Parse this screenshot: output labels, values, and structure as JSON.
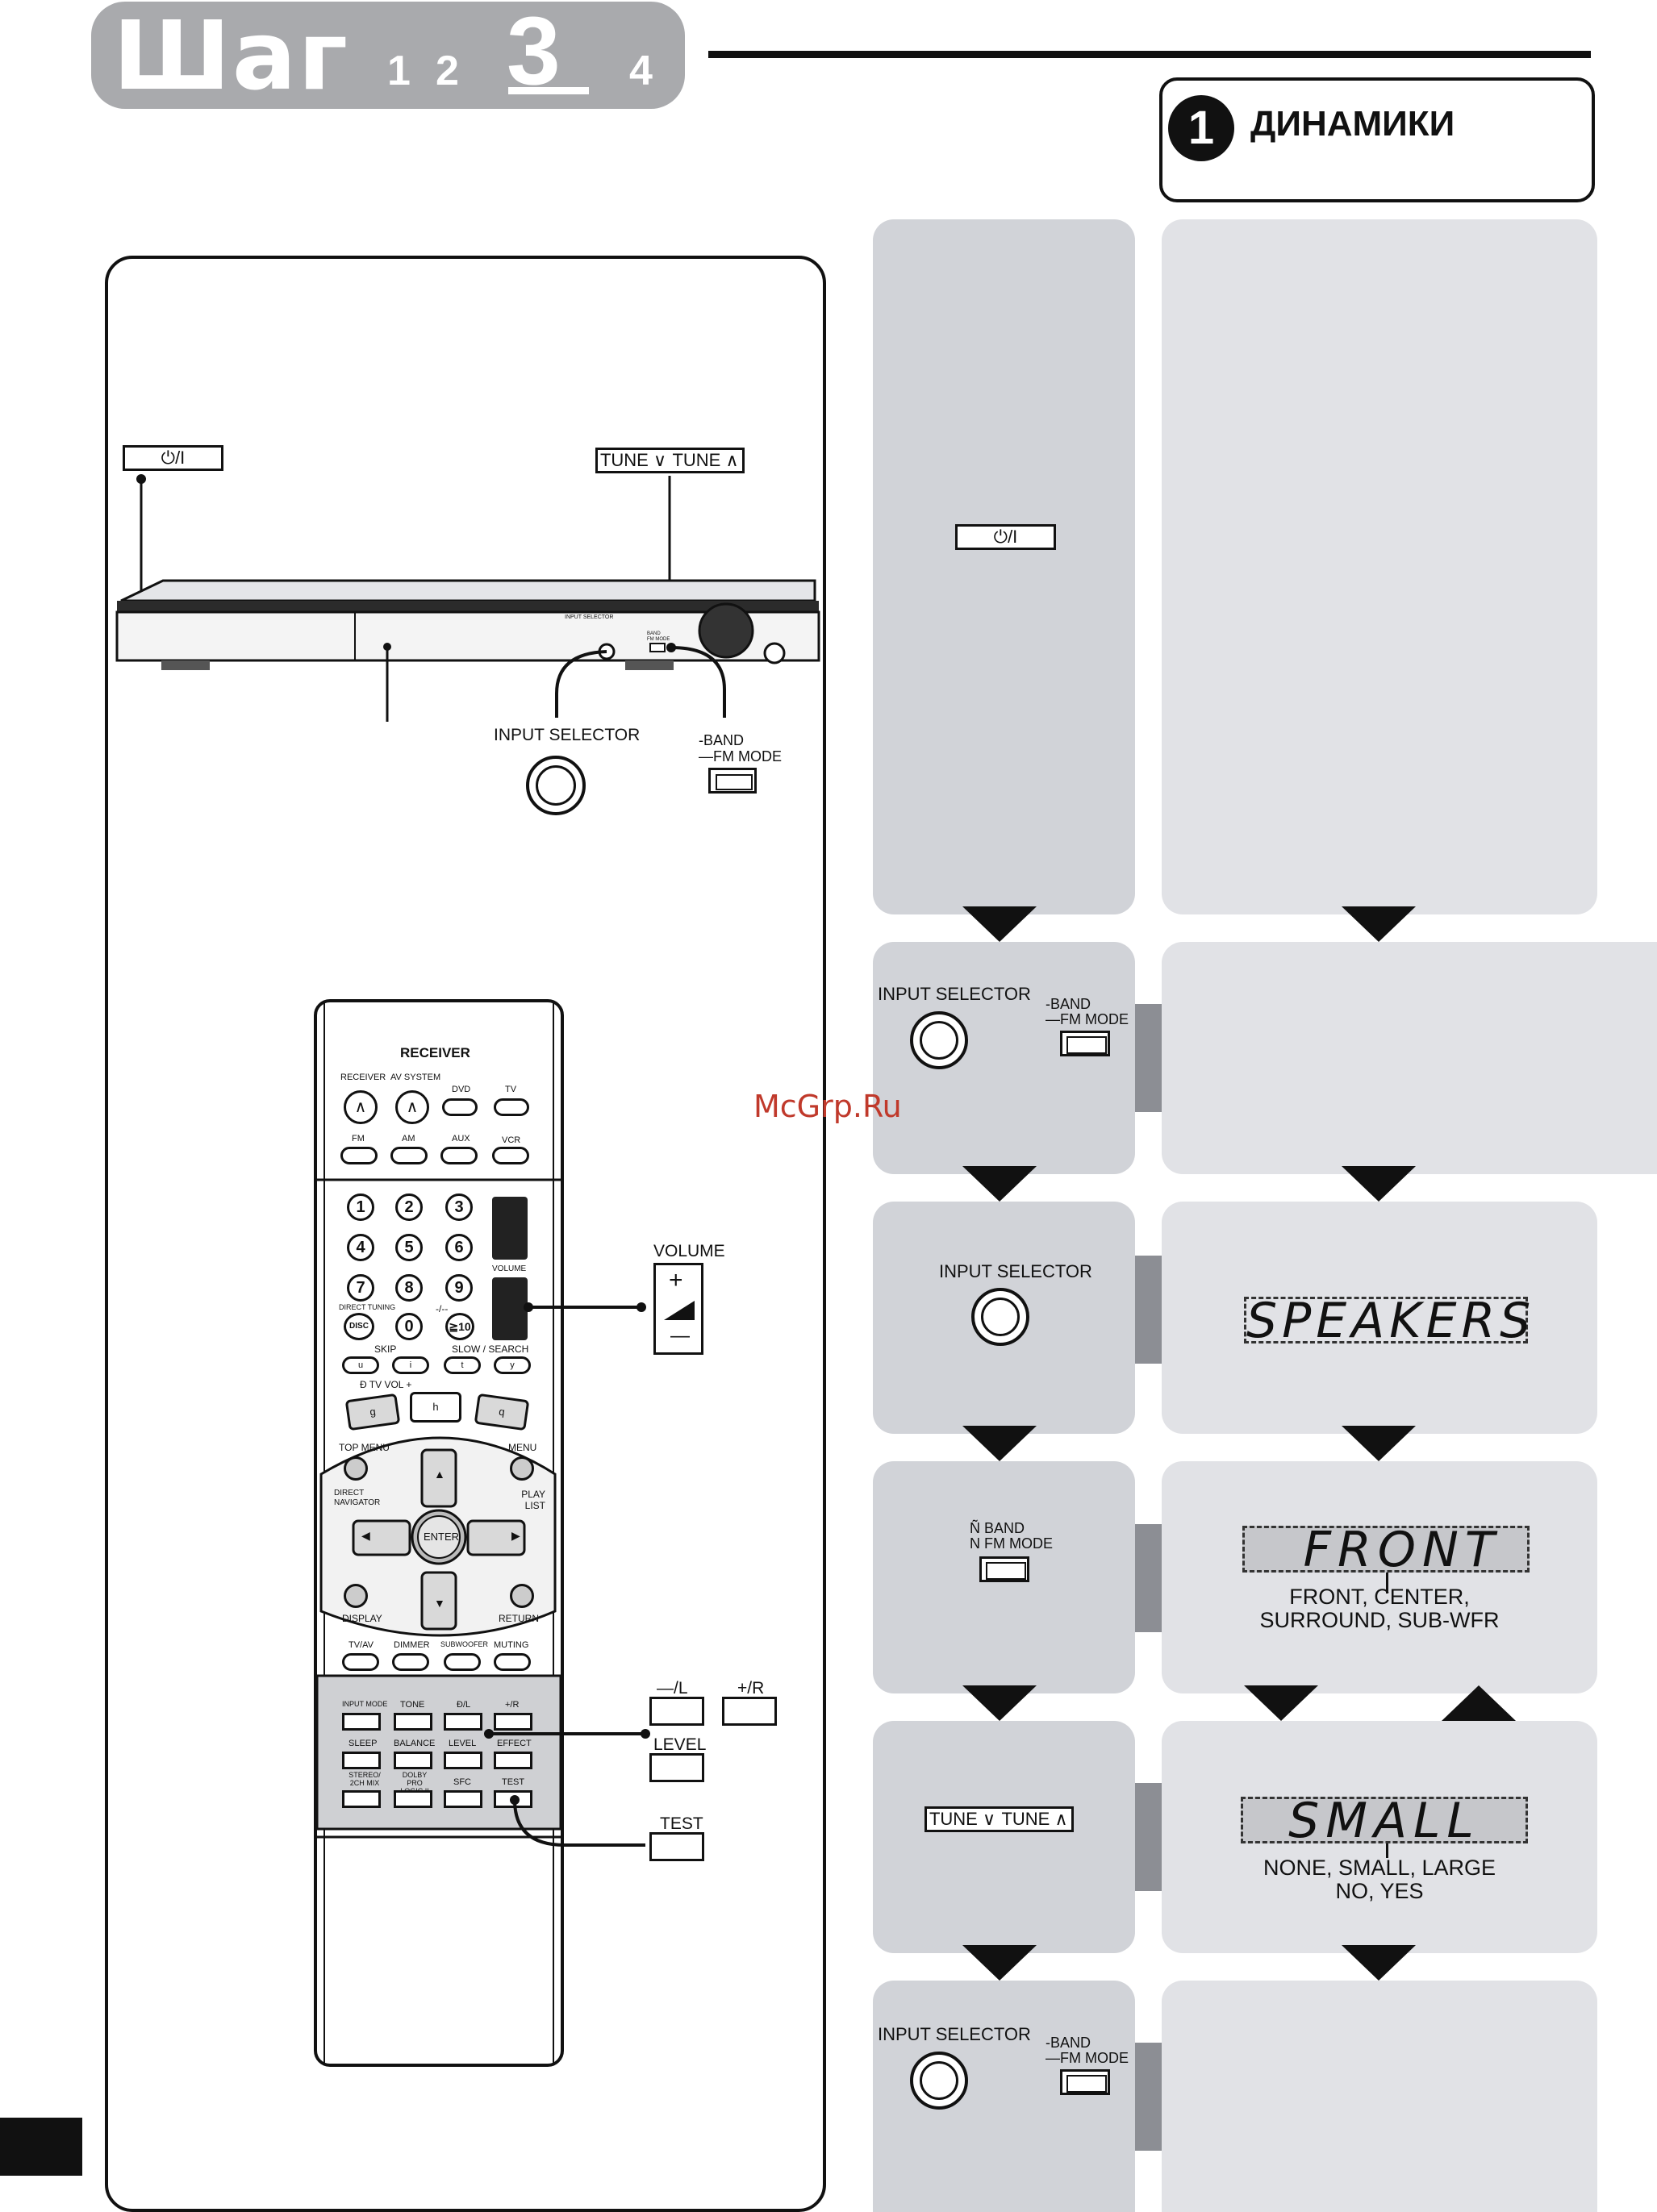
{
  "header": {
    "step_word": "Шаг",
    "step_1": "1",
    "step_2": "2",
    "step_current": "3",
    "step_4": "4",
    "section_number": "1",
    "section_title": "ДИНАМИКИ"
  },
  "unit": {
    "power_label": "⏻/I",
    "tune_down": "TUNE ∨",
    "tune_up": "TUNE ∧",
    "input_selector": "INPUT SELECTOR",
    "band_line1": "-BAND",
    "band_line2": "—FM MODE",
    "display_tiny_1": "INPUT SELECTOR",
    "display_tiny_2": "BAND",
    "display_tiny_3": "FM MODE"
  },
  "remote": {
    "title": "RECEIVER",
    "receiver": "RECEIVER",
    "av_system": "AV SYSTEM",
    "dvd": "DVD",
    "tv": "TV",
    "fm": "FM",
    "am": "AM",
    "aux": "AUX",
    "vcr": "VCR",
    "digits": [
      "1",
      "2",
      "3",
      "4",
      "5",
      "6",
      "7",
      "8",
      "9"
    ],
    "zero": "0",
    "ten": "≧10",
    "dash": "-/--",
    "volume_small": "VOLUME",
    "direct_tuning": "DIRECT TUNING",
    "disc": "DISC",
    "skip": "SKIP",
    "slow_search": "SLOW / SEARCH",
    "tv_vol": "Đ TV VOL +",
    "u": "u",
    "i": "i",
    "t": "t",
    "y": "y",
    "g": "g",
    "h": "h",
    "q": "q",
    "top_menu": "TOP MENU",
    "menu": "MENU",
    "direct_navigator": "DIRECT NAVIGATOR",
    "play_list": "PLAY LIST",
    "enter": "ENTER",
    "display": "DISPLAY",
    "return": "RETURN",
    "tv_av": "TV/AV",
    "dimmer": "DIMMER",
    "subwoofer": "SUBWOOFER",
    "muting": "MUTING",
    "input_mode": "INPUT MODE",
    "tone": "TONE",
    "minus_l": "Đ/L",
    "plus_r": "+/R",
    "sleep": "SLEEP",
    "balance": "BALANCE",
    "level": "LEVEL",
    "effect": "EFFECT",
    "stereo": "STEREO/ 2CH MIX",
    "dolby": "DOLBY PRO LOGIC II",
    "sfc": "SFC",
    "test": "TEST"
  },
  "callouts": {
    "volume": "VOLUME",
    "vol_plus": "+",
    "vol_minus": "—",
    "minus_l": "—/L",
    "plus_r": "+/R",
    "level": "LEVEL",
    "test": "TEST"
  },
  "steps": {
    "s1_power": "⏻/I",
    "s2_input": "INPUT SELECTOR",
    "s2_band1": "-BAND",
    "s2_band2": "—FM MODE",
    "s3_input": "INPUT SELECTOR",
    "s3_display": "SPEAKERS",
    "s4_band1": "Ñ BAND",
    "s4_band2": "N FM MODE",
    "s4_display": "FRONT",
    "s4_options_1": "FRONT, CENTER,",
    "s4_options_2": "SURROUND, SUB-WFR",
    "s5_tune_down": "TUNE ∨",
    "s5_tune_up": "TUNE ∧",
    "s5_display": "SMALL",
    "s5_options_1": "NONE, SMALL, LARGE",
    "s5_options_2": "NO, YES",
    "s6_input": "INPUT SELECTOR",
    "s6_band1": "-BAND",
    "s6_band2": "—FM MODE"
  },
  "watermark": "McGrp.Ru"
}
